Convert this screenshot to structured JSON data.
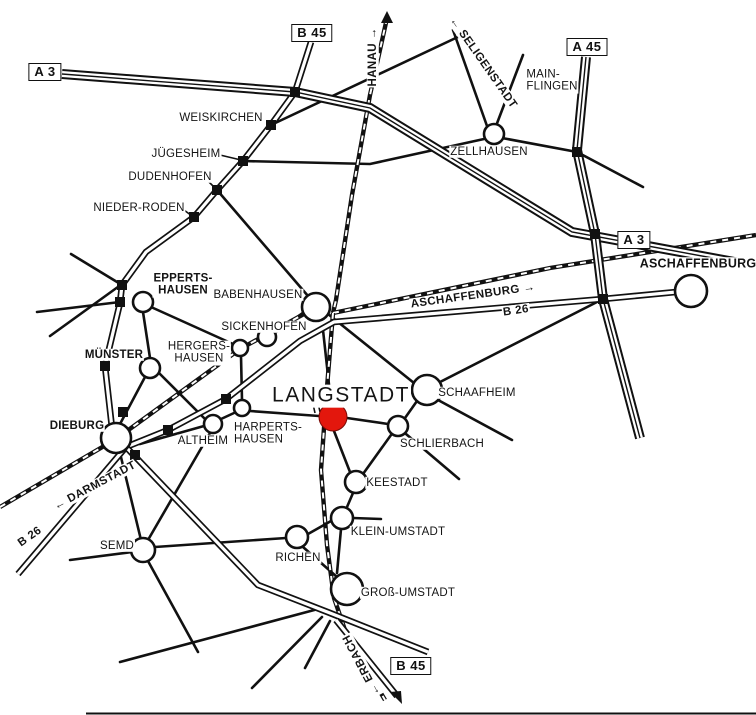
{
  "signs": {
    "b45_top": "B 45",
    "a3_left": "A 3",
    "a45": "A 45",
    "a3_right": "A 3",
    "b45_bottom": "B 45"
  },
  "directions": {
    "hanau": "HANAU →",
    "seligenstadt": "← SELIGENSTADT",
    "aschaffenburg_dir": "ASCHAFFENBURG →",
    "b26_east": "B 26",
    "darmstadt": "← DARMSTADT",
    "b26_west": "B 26",
    "erbach": "← ERBACH"
  },
  "towns": {
    "weiskirchen": "WEISKIRCHEN",
    "juegesheim": "JÜGESHEIM",
    "dudenhofen": "DUDENHOFEN",
    "nieder_roden": "NIEDER-RODEN",
    "eppertshausen": "EPPERTS-\nHAUSEN",
    "babenhausen": "BABENHAUSEN",
    "sickenhofen": "SICKENHOFEN",
    "hergershausen": "HERGERS-\nHAUSEN",
    "muenster": "MÜNSTER",
    "zellhausen": "ZELLHAUSEN",
    "mainflingen": "MAIN-\nFLINGEN",
    "aschaffenburg": "ASCHAFFENBURG",
    "langstadt": "LANGSTADT",
    "schaafheim": "SCHAAFHEIM",
    "schlierbach": "SCHLIERBACH",
    "dieburg": "DIEBURG",
    "altheim": "ALTHEIM",
    "harpertshausen": "HARPERTS-\nHAUSEN",
    "keestadt": "KEESTADT",
    "klein_umstadt": "KLEIN-UMSTADT",
    "semd": "SEMD",
    "richen": "RICHEN",
    "gross_umstadt": "GROß-UMSTADT"
  },
  "highlight": {
    "town": "LANGSTADT",
    "color": "#e3170d"
  },
  "colors": {
    "road": "#111111",
    "background": "#ffffff"
  }
}
